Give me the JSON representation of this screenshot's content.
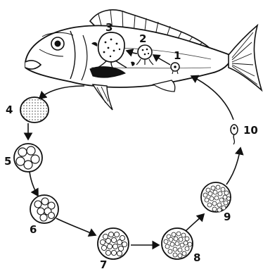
{
  "labels": {
    "stage_1": "1",
    "stage_2": "2",
    "stage_3": "3",
    "stage_4": "4",
    "stage_5": "5",
    "stage_6": "6",
    "stage_7": "7",
    "stage_8": "8",
    "stage_9": "9",
    "stage_10": "10"
  },
  "colors": {
    "ink": "#111111",
    "background": "#ffffff"
  }
}
